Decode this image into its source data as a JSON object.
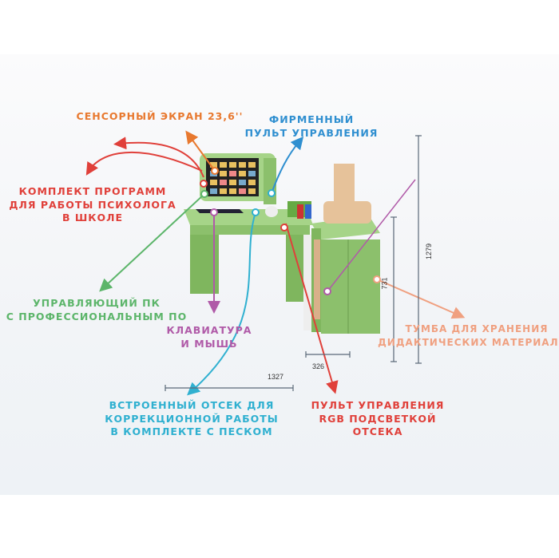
{
  "labels": {
    "touchscreen": "СЕНСОРНЫЙ ЭКРАН 23,6''",
    "remote_line1": "ФИРМЕННЫЙ",
    "remote_line2": "ПУЛЬТ УПРАВЛЕНИЯ",
    "software_line1": "КОМПЛЕКТ ПРОГРАММ",
    "software_line2": "ДЛЯ РАБОТЫ ПСИХОЛОГА",
    "software_line3": "В ШКОЛЕ",
    "pc_line1": "УПРАВЛЯЮЩИЙ ПК",
    "pc_line2": "С ПРОФЕССИОНАЛЬНЫМ ПО",
    "keyboard_line1": "КЛАВИАТУРА",
    "keyboard_line2": "И МЫШЬ",
    "cabinet_line1": "ТУМБА ДЛЯ ХРАНЕНИЯ",
    "cabinet_line2": "ДИДАКТИЧЕСКИХ МАТЕРИАЛОВ",
    "sand_line1": "ВСТРОЕННЫЙ ОТСЕК ДЛЯ",
    "sand_line2": "КОРРЕКЦИОННОЙ РАБОТЫ",
    "sand_line3": "В КОМПЛЕКТЕ С ПЕСКОМ",
    "rgb_line1": "ПУЛЬТ УПРАВЛЕНИЯ",
    "rgb_line2": "RGB ПОДСВЕТКОЙ",
    "rgb_line3": "ОТСЕКА"
  },
  "dimensions": {
    "width": "1327",
    "cabinet_depth": "326",
    "cabinet_height": "731",
    "total_height": "1279"
  },
  "colors": {
    "orange": "#e8792f",
    "blue": "#2f8fd0",
    "red": "#e0403a",
    "green": "#5cb56a",
    "purple": "#b05aa8",
    "salmon": "#f0a080",
    "cyan": "#2fb0d0",
    "desk": "#8cc06c"
  }
}
